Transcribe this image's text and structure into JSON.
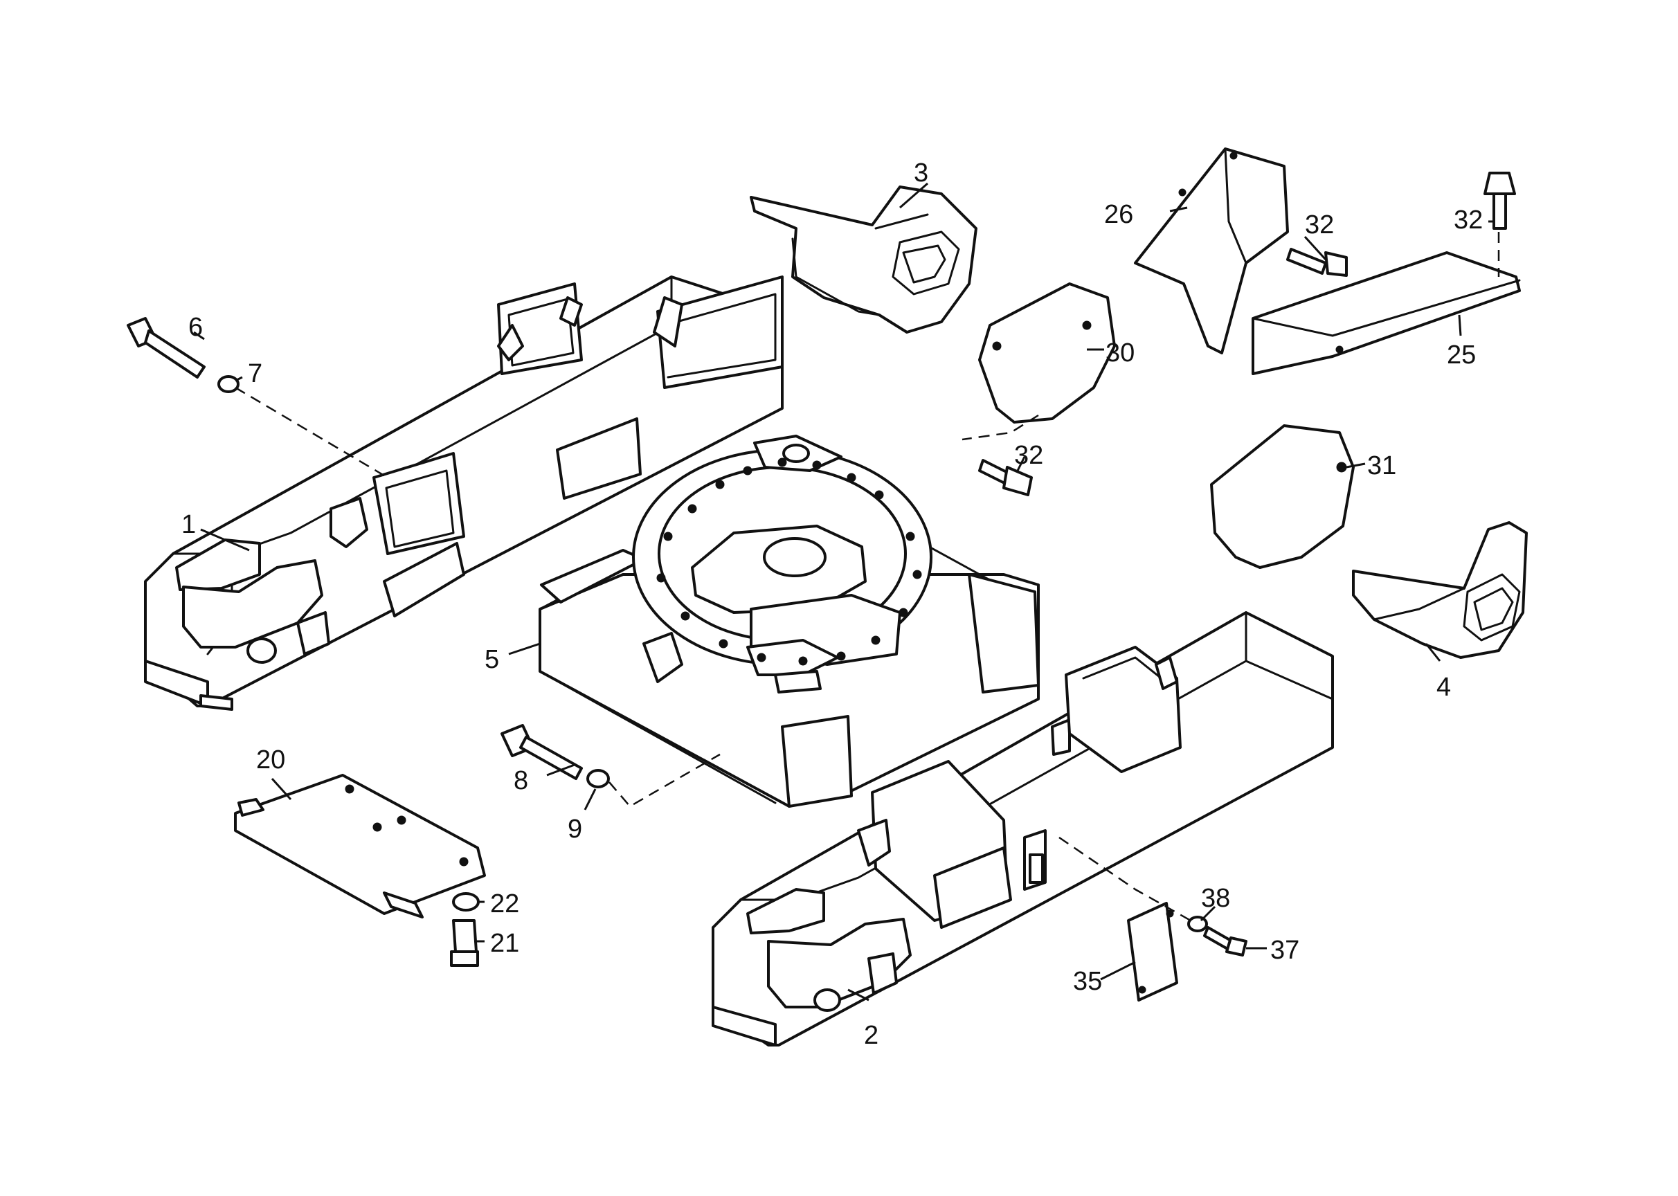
{
  "callouts": [
    {
      "id": "1",
      "text": "1"
    },
    {
      "id": "2",
      "text": "2"
    },
    {
      "id": "3",
      "text": "3"
    },
    {
      "id": "4",
      "text": "4"
    },
    {
      "id": "5",
      "text": "5"
    },
    {
      "id": "6",
      "text": "6"
    },
    {
      "id": "7",
      "text": "7"
    },
    {
      "id": "8",
      "text": "8"
    },
    {
      "id": "9",
      "text": "9"
    },
    {
      "id": "20",
      "text": "20"
    },
    {
      "id": "21",
      "text": "21"
    },
    {
      "id": "22",
      "text": "22"
    },
    {
      "id": "25",
      "text": "25"
    },
    {
      "id": "26",
      "text": "26"
    },
    {
      "id": "30",
      "text": "30"
    },
    {
      "id": "31",
      "text": "31"
    },
    {
      "id": "32a",
      "text": "32"
    },
    {
      "id": "32b",
      "text": "32"
    },
    {
      "id": "32c",
      "text": "32"
    },
    {
      "id": "35",
      "text": "35"
    },
    {
      "id": "37",
      "text": "37"
    },
    {
      "id": "38",
      "text": "38"
    }
  ]
}
